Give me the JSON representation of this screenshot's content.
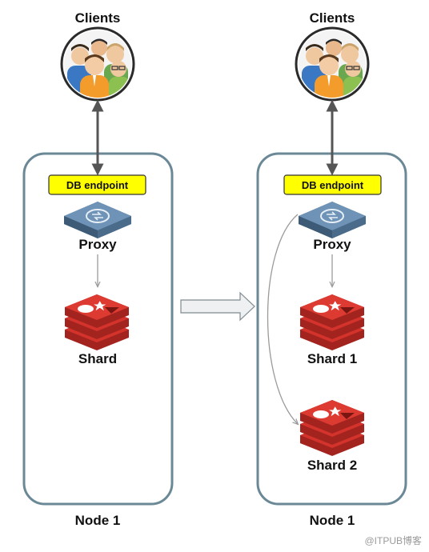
{
  "left": {
    "clients_label": "Clients",
    "endpoint_label": "DB endpoint",
    "proxy_label": "Proxy",
    "shard_label": "Shard",
    "node_label": "Node 1"
  },
  "right": {
    "clients_label": "Clients",
    "endpoint_label": "DB endpoint",
    "proxy_label": "Proxy",
    "shard1_label": "Shard 1",
    "shard2_label": "Shard 2",
    "node_label": "Node 1"
  },
  "watermark": "@ITPUB博客",
  "colors": {
    "node_border": "#6a8896",
    "endpoint_fill": "#ffff00",
    "proxy_fill": "#5b7fa3",
    "shard_red": "#d4332c",
    "shard_dark": "#a3241f",
    "connector": "#555555",
    "thin_link": "#9a9a9a",
    "transition_arrow": "#cfd3d6"
  },
  "icons": {
    "clients": "people-group-icon",
    "proxy": "proxy-router-icon",
    "shard": "redis-stack-icon"
  }
}
